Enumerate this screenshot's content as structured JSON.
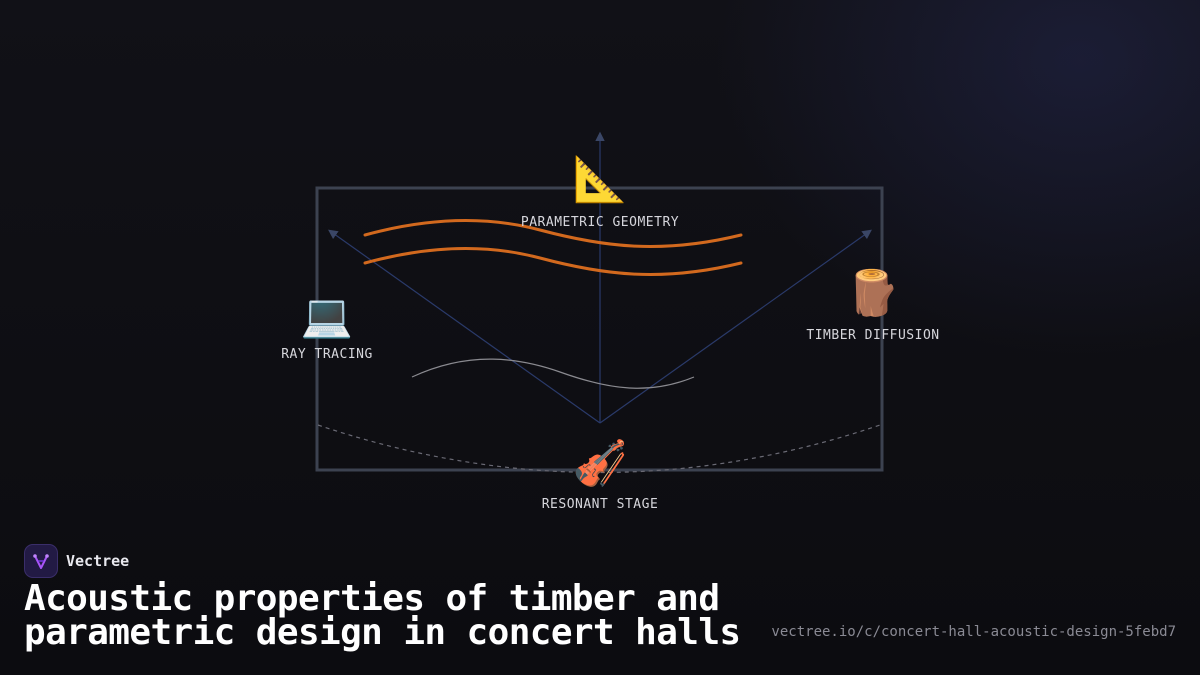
{
  "diagram": {
    "nodes": [
      {
        "id": "parametric",
        "label": "PARAMETRIC GEOMETRY",
        "icon": "triangular-ruler-icon",
        "glyph": "📐"
      },
      {
        "id": "raytracing",
        "label": "RAY TRACING",
        "icon": "laptop-icon",
        "glyph": "💻"
      },
      {
        "id": "timber",
        "label": "TIMBER DIFFUSION",
        "icon": "wood-log-icon",
        "glyph": "🪵"
      },
      {
        "id": "stage",
        "label": "RESONANT STAGE",
        "icon": "violin-icon",
        "glyph": "🎻"
      }
    ],
    "colors": {
      "frame": "#3c4250",
      "wave": "#d2691e",
      "ray": "#2a3a6a",
      "curve": "#8a8a90"
    }
  },
  "brand": {
    "name": "Vectree",
    "logo_icon": "vectree-logo-icon",
    "accent": "#a855f7"
  },
  "headline": "Acoustic properties of timber and parametric design in concert halls",
  "url": "vectree.io/c/concert-hall-acoustic-design-5febd7"
}
